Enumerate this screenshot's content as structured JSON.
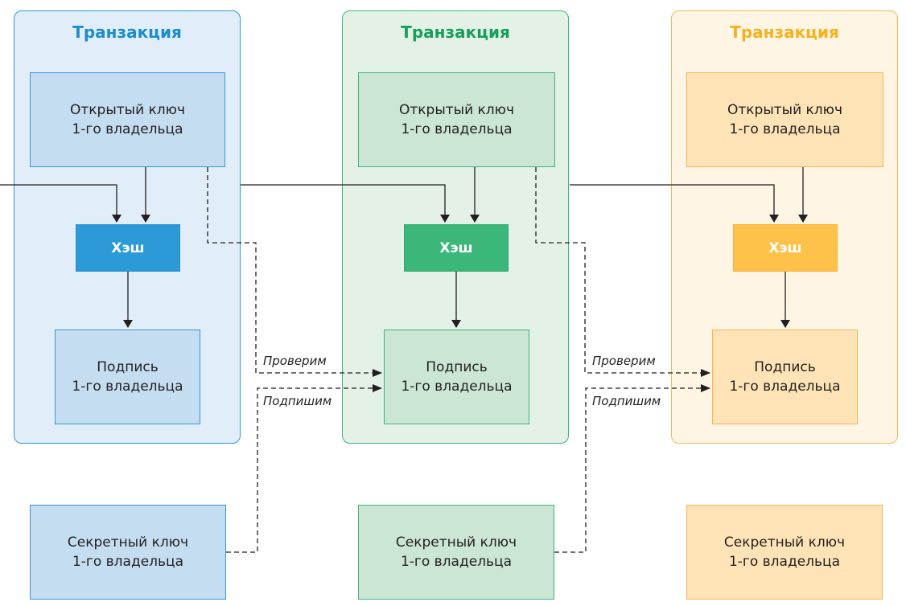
{
  "colors": {
    "blue": {
      "title": "#1b8ccd",
      "panel_bg": "#e1edf8",
      "panel_border": "#2b9ad7",
      "box_bg": "#c5ddf1",
      "box_border": "#3598d5",
      "hash_bg": "#2b9ad7"
    },
    "green": {
      "title": "#16a05a",
      "panel_bg": "#e3f1e7",
      "panel_border": "#3db676",
      "box_bg": "#cbe6d4",
      "box_border": "#3db676",
      "hash_bg": "#3bb779"
    },
    "orange": {
      "title": "#f6b21c",
      "panel_bg": "#fef5e5",
      "panel_border": "#f6b55b",
      "box_bg": "#fde3b5",
      "box_border": "#f6b55b",
      "hash_bg": "#fec24a"
    },
    "line": "#231f20"
  },
  "transactions": [
    {
      "theme": "blue",
      "title": "Транзакция",
      "public_key": {
        "line1": "Открытый ключ",
        "line2": "1-го владельца"
      },
      "hash": "Хэш",
      "signature": {
        "line1": "Подпись",
        "line2": "1-го владельца"
      },
      "secret_key": {
        "line1": "Секретный ключ",
        "line2": "1-го владельца"
      }
    },
    {
      "theme": "green",
      "title": "Транзакция",
      "public_key": {
        "line1": "Открытый ключ",
        "line2": "1-го владельца"
      },
      "hash": "Хэш",
      "signature": {
        "line1": "Подпись",
        "line2": "1-го владельца"
      },
      "secret_key": {
        "line1": "Секретный ключ",
        "line2": "1-го владельца"
      }
    },
    {
      "theme": "orange",
      "title": "Транзакция",
      "public_key": {
        "line1": "Открытый ключ",
        "line2": "1-го владельца"
      },
      "hash": "Хэш",
      "signature": {
        "line1": "Подпись",
        "line2": "1-го владельца"
      },
      "secret_key": {
        "line1": "Секретный ключ",
        "line2": "1-го владельца"
      }
    }
  ],
  "edge_labels": {
    "verify": "Проверим",
    "sign": "Подпишим"
  }
}
